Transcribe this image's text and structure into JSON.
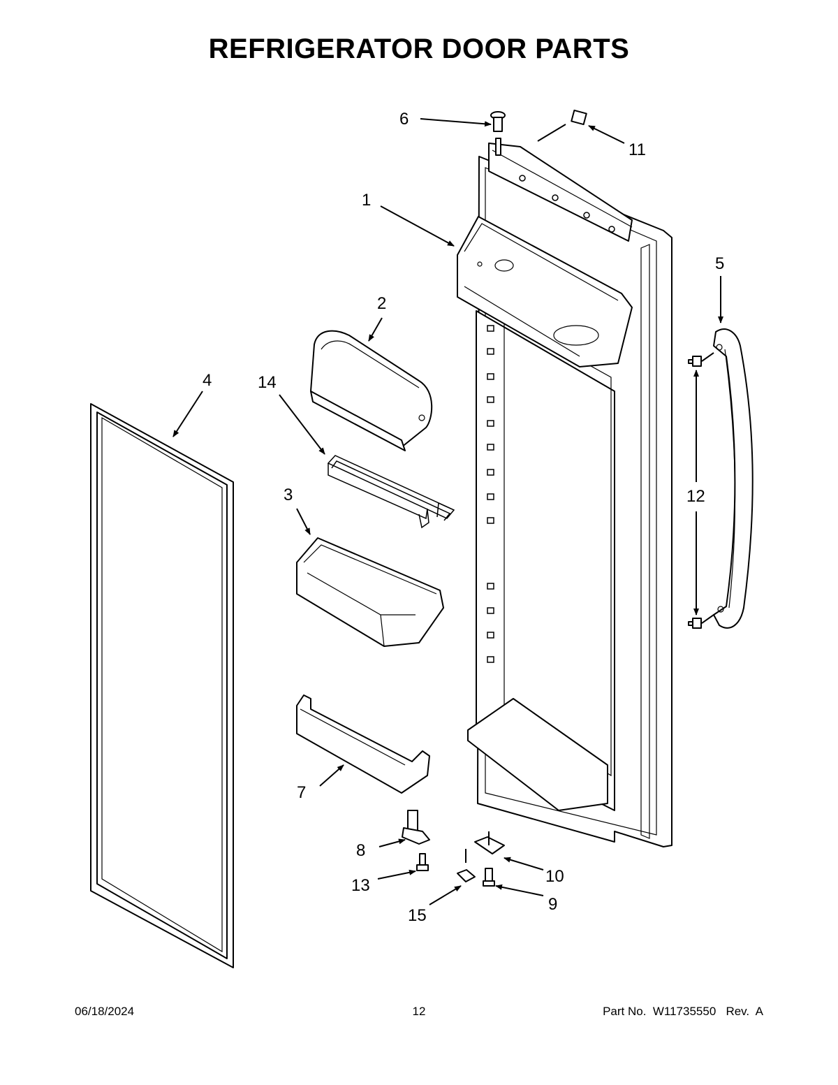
{
  "title": "REFRIGERATOR DOOR PARTS",
  "callouts": {
    "c1": "1",
    "c2": "2",
    "c3": "3",
    "c4": "4",
    "c5": "5",
    "c6": "6",
    "c7": "7",
    "c8": "8",
    "c9": "9",
    "c10": "10",
    "c11": "11",
    "c12": "12",
    "c13": "13",
    "c14": "14",
    "c15": "15"
  },
  "footer": {
    "date": "06/18/2024",
    "page": "12",
    "part_number": "Part No.  W11735550   Rev.  A"
  }
}
